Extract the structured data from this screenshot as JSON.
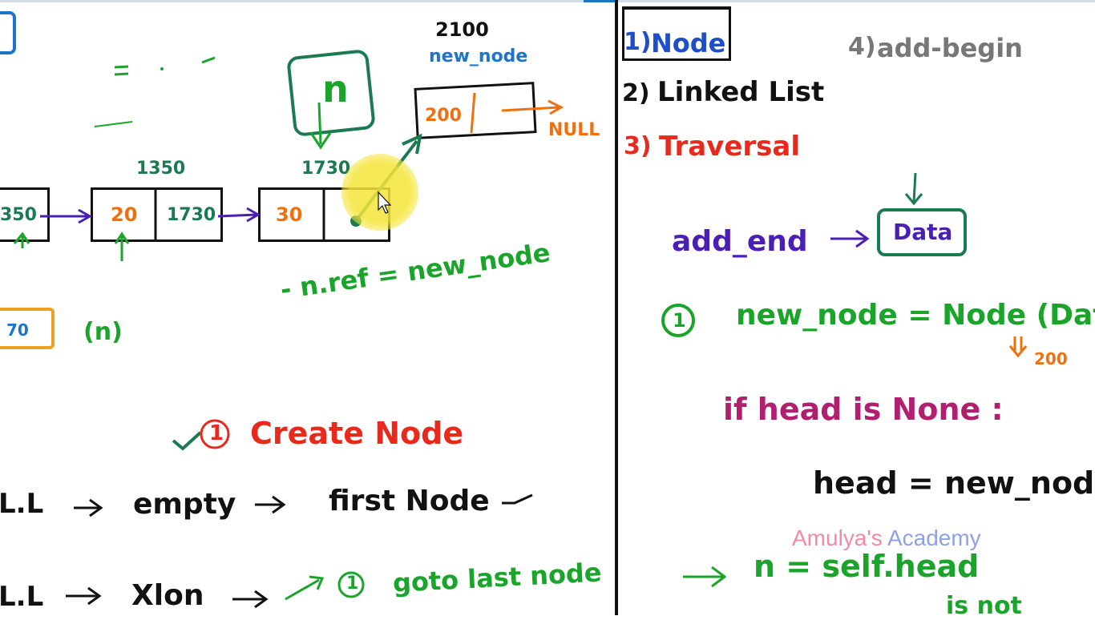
{
  "left_panel": {
    "addresses": {
      "a2100": "2100",
      "a1350": "1350",
      "a1730": "1730"
    },
    "new_node_label": "new_node",
    "n_label": "n",
    "null_label": "NULL",
    "nodes": [
      {
        "data": "",
        "ref": "350"
      },
      {
        "data": "20",
        "ref": "1730"
      },
      {
        "data": "30",
        "ref": ""
      },
      {
        "data": "200",
        "ref": ""
      }
    ],
    "orange_box_text": "70",
    "paren_n": "(n)",
    "assignment": "- n.ref = new_node",
    "create_node_step": {
      "number": "1",
      "text": "Create Node"
    },
    "line_empty": {
      "lhs": "L.L",
      "mid": "empty",
      "rhs": "first Node"
    },
    "line_xlon": {
      "lhs": "L.L",
      "mid": "Xlon",
      "step_num": "1",
      "rhs": "goto last node"
    }
  },
  "right_panel": {
    "list": [
      {
        "num": "1)",
        "text": "Node"
      },
      {
        "num": "2)",
        "text": "Linked List"
      },
      {
        "num": "3)",
        "text": "Traversal"
      },
      {
        "num": "4)",
        "text": "add-begin"
      }
    ],
    "add_end": "add_end",
    "data_box": "Data",
    "step1_num": "1",
    "new_node_stmt": "new_node = Node (Data)",
    "address_200": "200",
    "if_stmt": "if head is None :",
    "head_stmt": "head = new_node",
    "n_stmt": "n = self.head",
    "bottom_fragment": "is not",
    "watermark": {
      "part1": "Amulya's",
      "part2": "Academy"
    }
  },
  "colors": {
    "black": "#111111",
    "green": "#1aa52a",
    "red": "#e8291c",
    "orange": "#f07010",
    "purple": "#4b1fb3",
    "blue": "#1e74c8",
    "magenta": "#b0206f",
    "gray": "#777777",
    "highlight": "#f5e53a",
    "wm_pink": "#f08aa8",
    "wm_blue": "#8da0e8"
  }
}
